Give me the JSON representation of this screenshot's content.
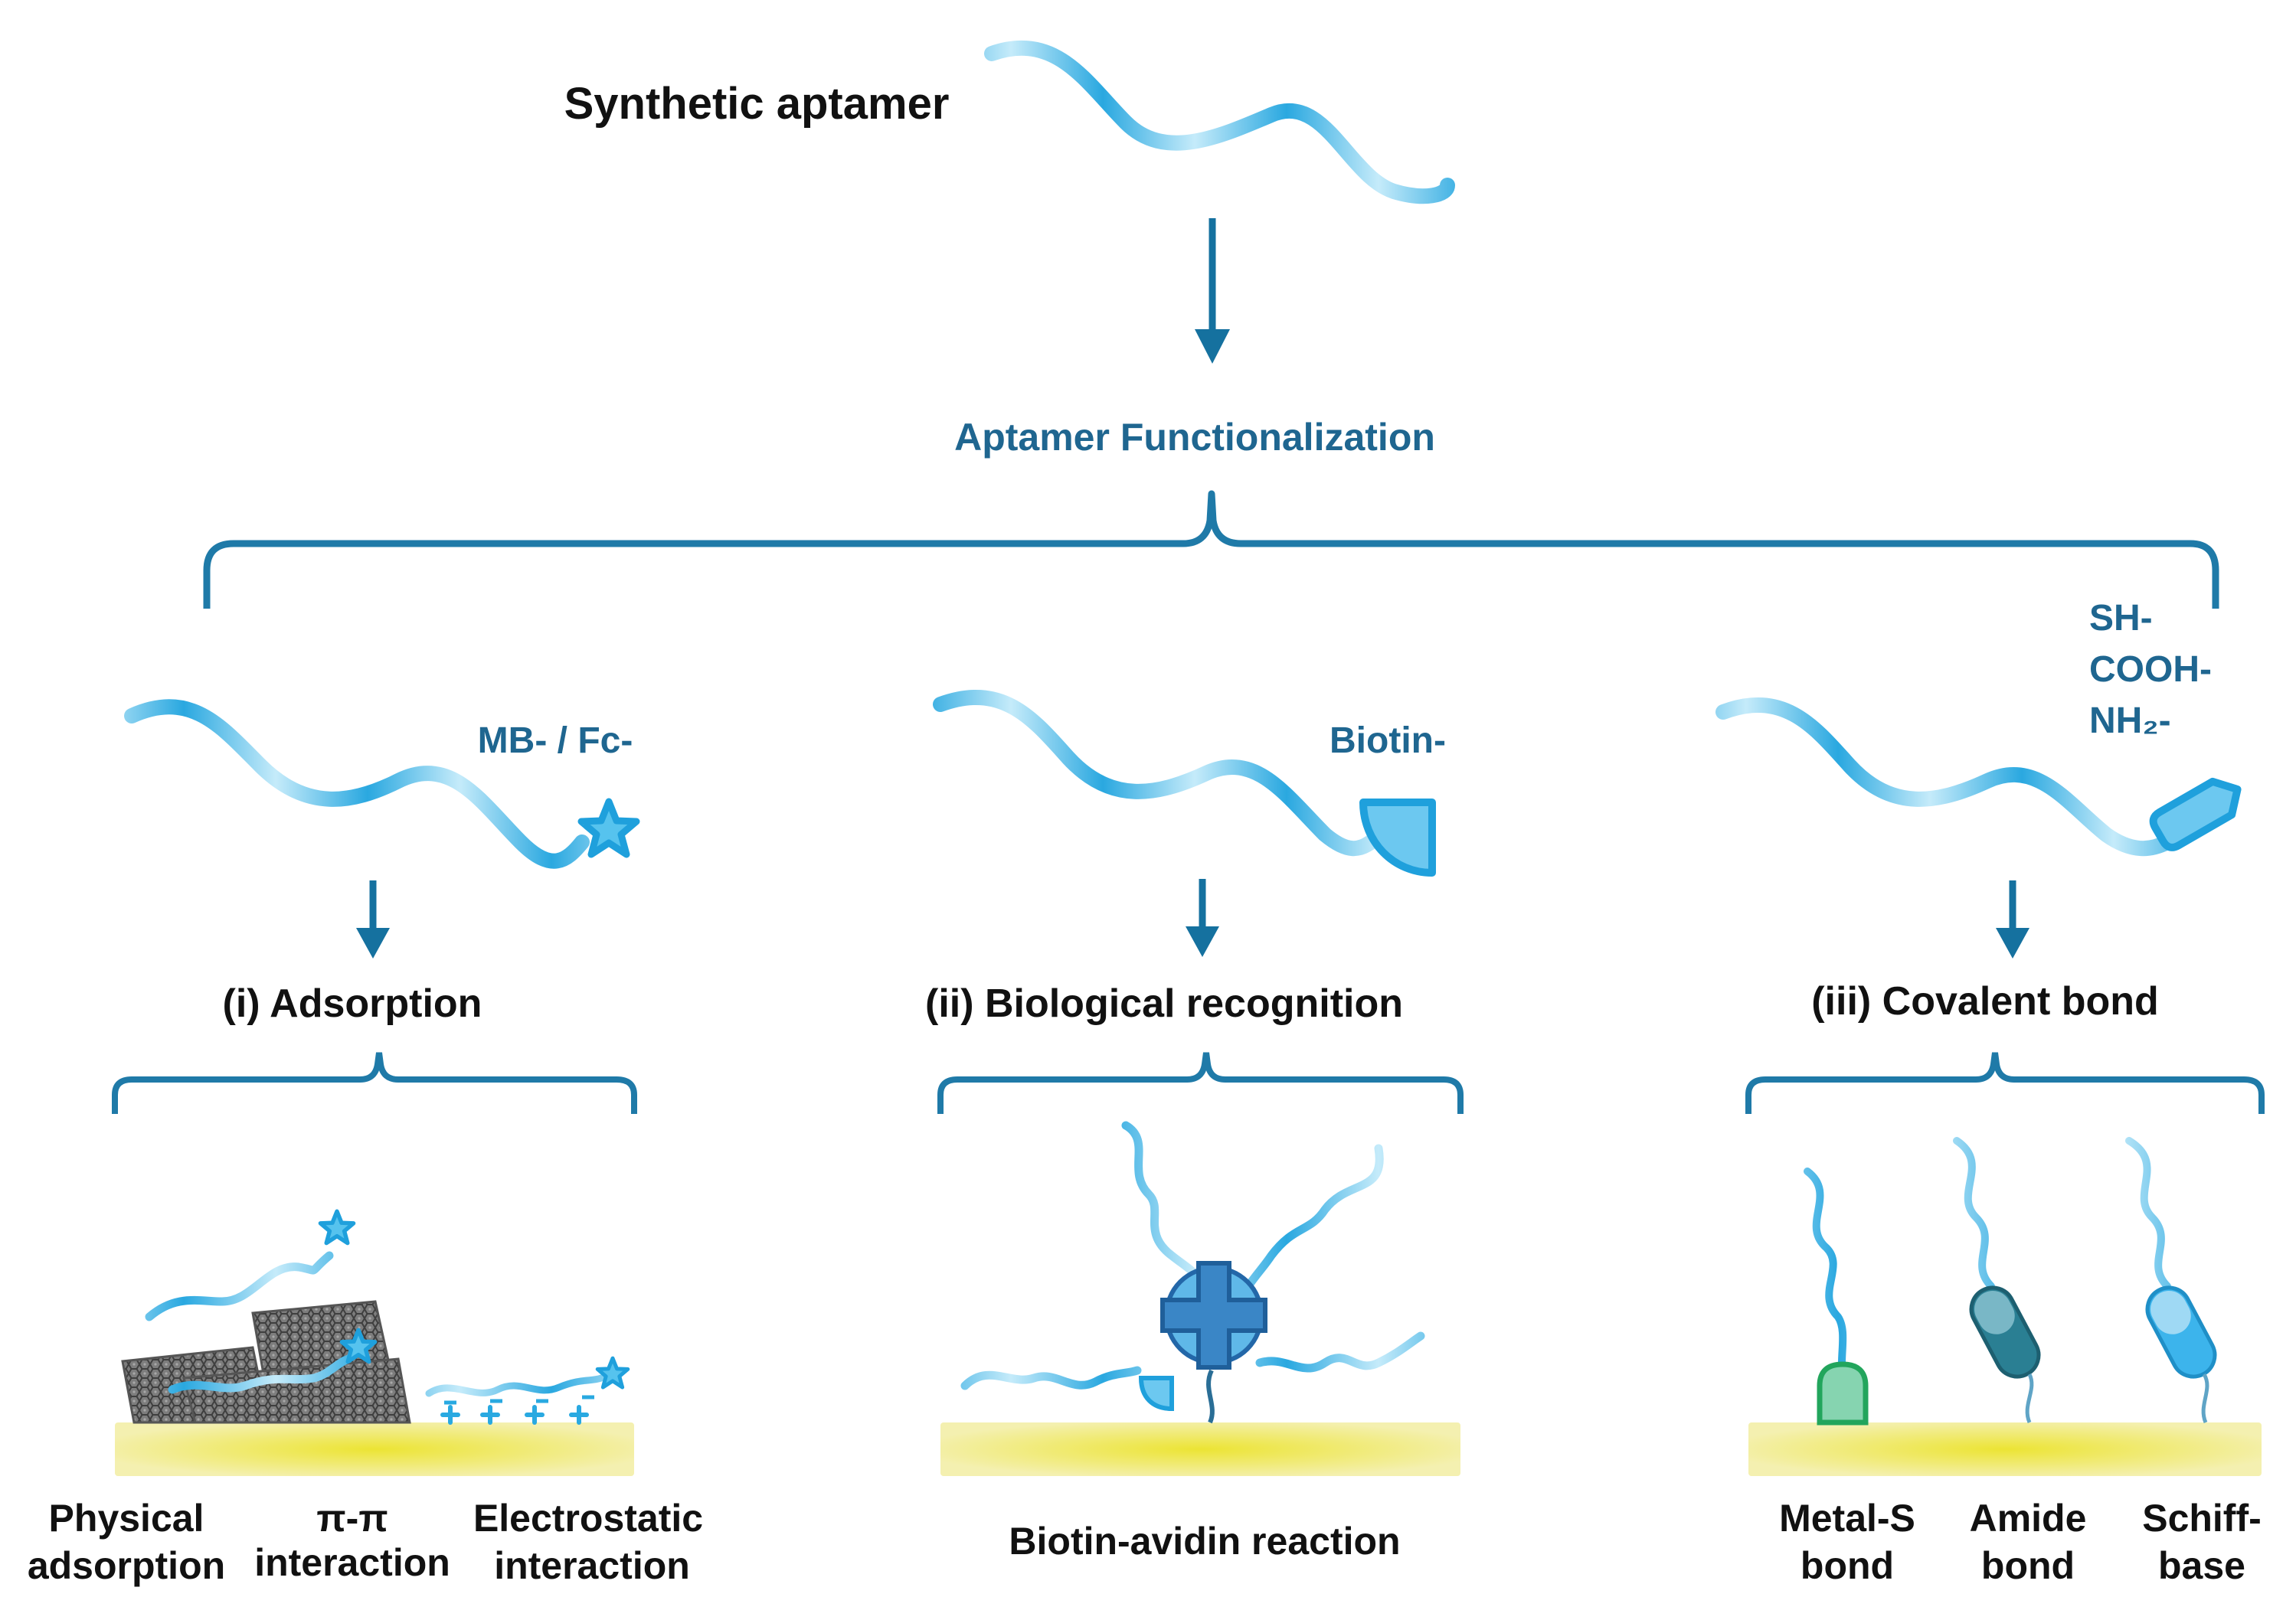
{
  "title": "Synthetic aptamer",
  "center_label": "Aptamer Functionalization",
  "branches": [
    {
      "tag": "MB- / Fc-",
      "heading": "(i) Adsorption"
    },
    {
      "tag": "Biotin-",
      "heading": "(ii) Biological recognition"
    },
    {
      "tag_lines": [
        "SH-",
        "COOH-",
        "NH₂-"
      ],
      "heading": "(iii) Covalent bond"
    }
  ],
  "method_labels": {
    "adsorption": [
      [
        "Physical",
        "adsorption"
      ],
      [
        "π-π",
        "interaction"
      ],
      [
        "Electrostatic",
        "interaction"
      ]
    ],
    "recognition": [
      "Biotin-avidin reaction"
    ],
    "covalent": [
      [
        "Metal-S",
        "bond"
      ],
      [
        "Amide",
        "bond"
      ],
      [
        "Schiff-",
        "base"
      ]
    ]
  },
  "colors": {
    "strand_light": "#bfe8f8",
    "strand_dark": "#2aa8e0",
    "arrow": "#15719f",
    "brace": "#1f7aa8",
    "star": "#29a9e1",
    "gold_center": "#ece434",
    "gold_edge": "#f3efa4",
    "graphene": "#6b6b6b",
    "avidin": "#2d78b8",
    "metal_s": "#22a55c",
    "amide": "#2a7f93",
    "schiff": "#3cb4ec"
  }
}
